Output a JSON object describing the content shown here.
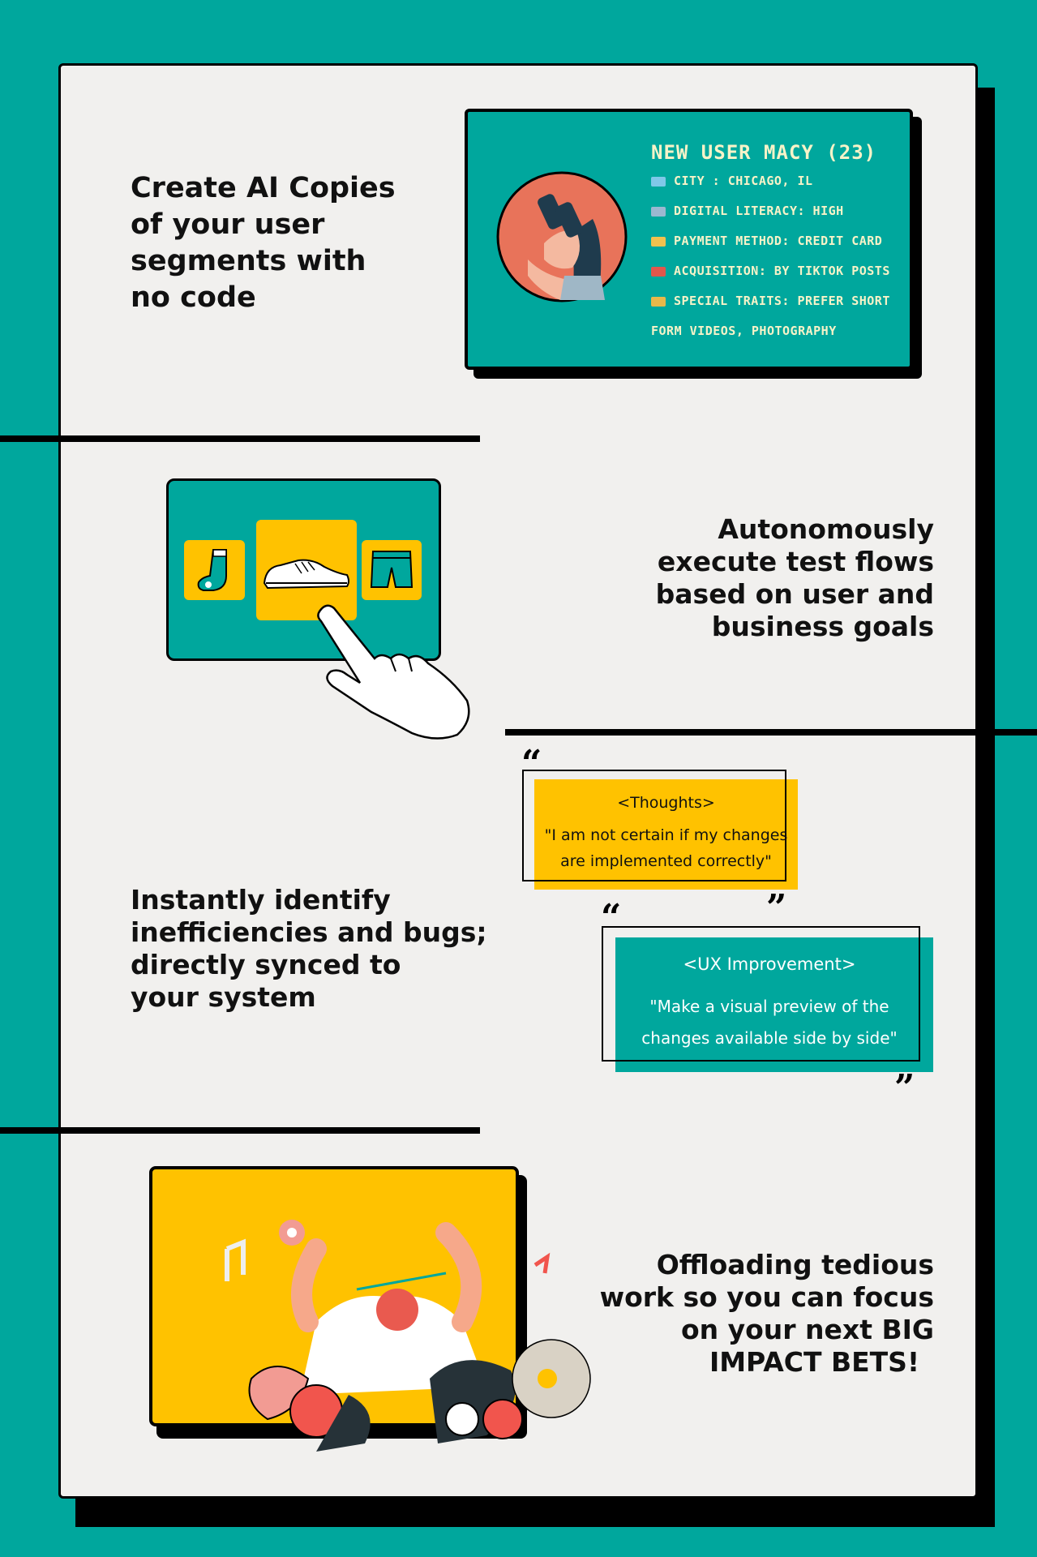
{
  "sections": {
    "create": {
      "lines": [
        "Create AI Copies",
        "of your user",
        "segments with",
        "no code"
      ]
    },
    "execute": {
      "lines": [
        "Autonomously",
        "execute test flows",
        "based on user and",
        "business goals"
      ]
    },
    "identify": {
      "lines": [
        "Instantly identify",
        "inefficiencies and bugs;",
        "directly synced to",
        "your system"
      ]
    },
    "offload": {
      "lines": [
        "Offloading tedious",
        "work so you can focus",
        "on your next BIG",
        "IMPACT BETS!"
      ]
    }
  },
  "persona": {
    "title": "NEW USER MACY (23)",
    "rows": [
      {
        "icon": "map-icon",
        "text": "CITY : CHICAGO, IL"
      },
      {
        "icon": "laptop-icon",
        "text": "DIGITAL LITERACY: HIGH"
      },
      {
        "icon": "credit-card-icon",
        "text": "PAYMENT METHOD: CREDIT CARD"
      },
      {
        "icon": "megaphone-icon",
        "text": "ACQUISITION: BY TIKTOK POSTS"
      },
      {
        "icon": "people-icon",
        "text": "SPECIAL TRAITS: PREFER SHORT"
      }
    ],
    "continuation": "FORM VIDEOS, PHOTOGRAPHY"
  },
  "quotes": {
    "thoughts": {
      "title": "<Thoughts>",
      "lines": [
        "\"I am not certain if my changes",
        "are implemented correctly\""
      ]
    },
    "ux": {
      "title": "<UX Improvement>",
      "lines": [
        "\"Make a visual preview of the",
        "changes available side by side\""
      ]
    }
  },
  "colors": {
    "teal": "#00A79D",
    "yellow": "#FFC200",
    "panel": "#F1F0EE",
    "cream": "#F7F3C8"
  }
}
